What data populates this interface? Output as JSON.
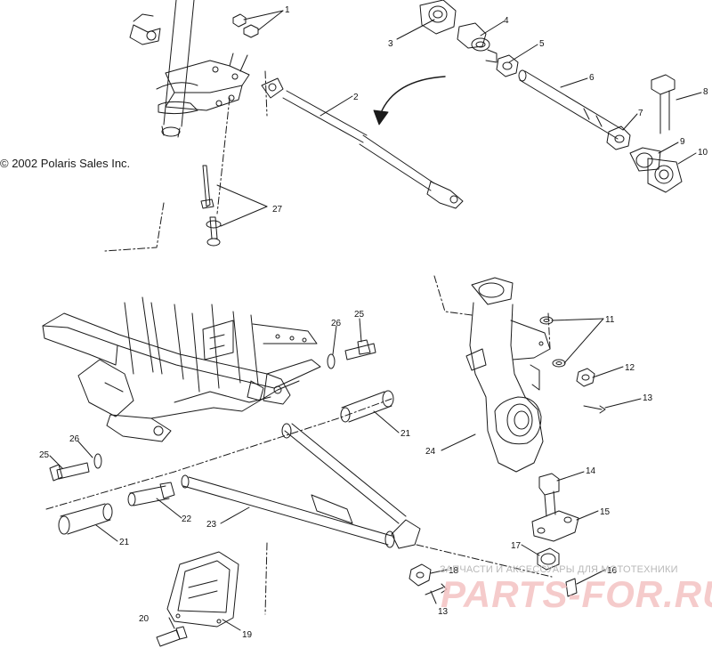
{
  "copyright": "© 2002 Polaris Sales Inc.",
  "watermark": {
    "caption": "ЗАПЧАСТИ И АКСЕССУАРЫ ДЛЯ МОТОТЕХНИКИ",
    "logo": "PARTS-FOR.RU"
  },
  "callouts": [
    {
      "id": "c1",
      "label": "1"
    },
    {
      "id": "c2",
      "label": "2"
    },
    {
      "id": "c3",
      "label": "3"
    },
    {
      "id": "c4",
      "label": "4"
    },
    {
      "id": "c5",
      "label": "5"
    },
    {
      "id": "c6",
      "label": "6"
    },
    {
      "id": "c7",
      "label": "7"
    },
    {
      "id": "c8",
      "label": "8"
    },
    {
      "id": "c9",
      "label": "9"
    },
    {
      "id": "c10",
      "label": "10"
    },
    {
      "id": "c11",
      "label": "11"
    },
    {
      "id": "c12",
      "label": "12"
    },
    {
      "id": "c13a",
      "label": "13"
    },
    {
      "id": "c13b",
      "label": "13"
    },
    {
      "id": "c14",
      "label": "14"
    },
    {
      "id": "c15",
      "label": "15"
    },
    {
      "id": "c16",
      "label": "16"
    },
    {
      "id": "c17",
      "label": "17"
    },
    {
      "id": "c18",
      "label": "18"
    },
    {
      "id": "c19",
      "label": "19"
    },
    {
      "id": "c20",
      "label": "20"
    },
    {
      "id": "c21a",
      "label": "21"
    },
    {
      "id": "c21b",
      "label": "21"
    },
    {
      "id": "c22",
      "label": "22"
    },
    {
      "id": "c23",
      "label": "23"
    },
    {
      "id": "c24",
      "label": "24"
    },
    {
      "id": "c25a",
      "label": "25"
    },
    {
      "id": "c25b",
      "label": "25"
    },
    {
      "id": "c26a",
      "label": "26"
    },
    {
      "id": "c26b",
      "label": "26"
    },
    {
      "id": "c27",
      "label": "27"
    }
  ],
  "colors": {
    "line": "#1a1a1a",
    "watermark_text": "#b8b8b8",
    "watermark_logo": "#f4c2c2"
  }
}
